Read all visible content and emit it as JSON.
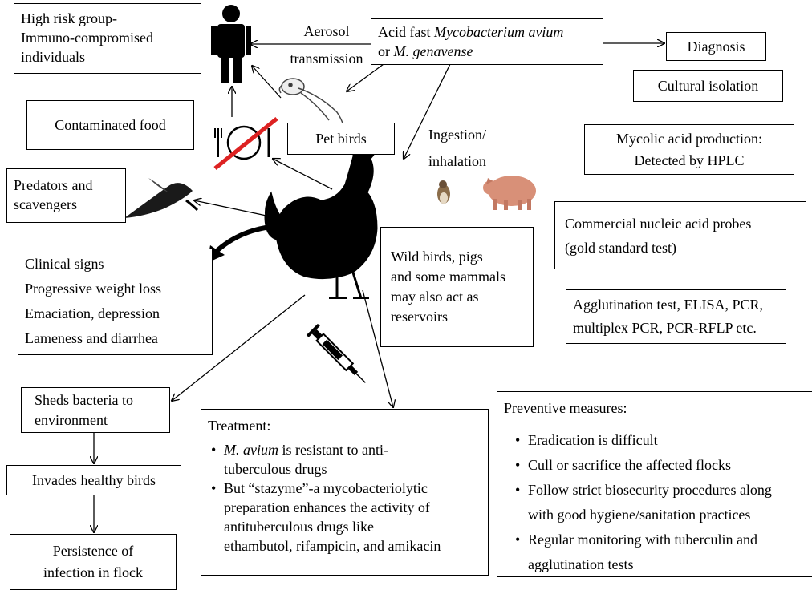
{
  "high_risk": {
    "lines": [
      "High risk group-",
      "Immuno-compromised",
      "individuals"
    ]
  },
  "aerosol": {
    "lines": [
      "Aerosol",
      "transmission"
    ]
  },
  "source": {
    "line1_prefix": "Acid fast ",
    "line1_italic": "Mycobacterium avium",
    "line2_prefix": "or ",
    "line2_italic": "M. genavense"
  },
  "diagnosis": {
    "title": "Diagnosis",
    "cultural": "Cultural isolation",
    "mycolic": [
      "Mycolic acid production:",
      "Detected by HPLC"
    ],
    "probes": [
      "Commercial nucleic acid probes",
      "(gold standard test)"
    ],
    "serology": [
      "Agglutination test, ELISA, PCR,",
      "multiplex PCR, PCR-RFLP etc."
    ]
  },
  "contaminated_food": "Contaminated food",
  "pet_birds": "Pet birds",
  "ingestion": {
    "lines": [
      "Ingestion/",
      "inhalation"
    ]
  },
  "predators": {
    "lines": [
      "Predators and",
      "scavengers"
    ]
  },
  "clinical": {
    "lines": [
      "Clinical signs",
      "Progressive weight loss",
      "Emaciation, depression",
      "Lameness and diarrhea"
    ]
  },
  "reservoirs": {
    "lines": [
      "Wild birds, pigs",
      "and some mammals",
      "may also act as",
      "reservoirs"
    ]
  },
  "sheds": {
    "lines": [
      "Sheds bacteria to",
      "environment"
    ]
  },
  "invades": "Invades healthy birds",
  "persistence": {
    "lines": [
      "Persistence of",
      "infection in flock"
    ]
  },
  "treatment": {
    "title": "Treatment:",
    "bullet1_italic": "M. avium",
    "bullet1_rest": " is resistant to anti-",
    "bullet1_cont": "tuberculous drugs",
    "bullet2": [
      "But “stazyme”-a mycobacteriolytic",
      "preparation enhances the activity of",
      "antituberculous drugs like",
      "ethambutol, rifampicin, and amikacin"
    ]
  },
  "preventive": {
    "title": "Preventive measures:",
    "bullets": [
      "Eradication is difficult",
      "Cull or sacrifice the affected flocks",
      "Follow strict biosecurity procedures along",
      "Regular monitoring with tuberculin and"
    ],
    "continuations": [
      "with good hygiene/sanitation practices",
      "agglutination tests"
    ]
  }
}
